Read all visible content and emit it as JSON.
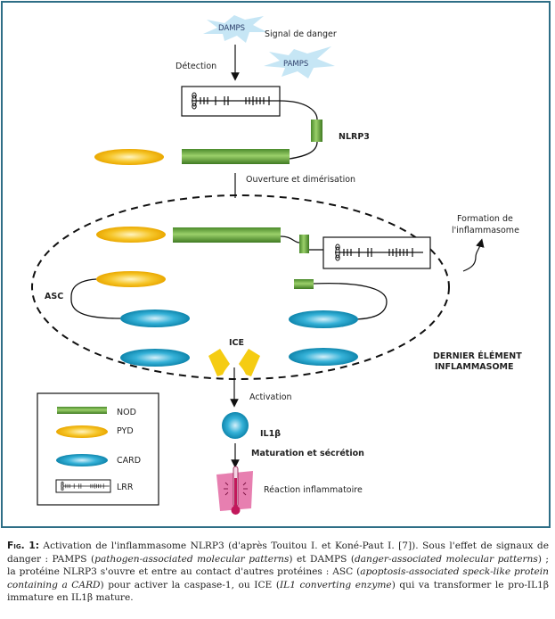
{
  "diagram": {
    "signals": {
      "damps": "DAMPS",
      "pamps": "PAMPS",
      "signal_label": "Signal de danger",
      "detection_label": "Détection"
    },
    "nlrp3_label": "NLRP3",
    "step_open": "Ouverture et dimérisation",
    "formation_label_line1": "Formation de",
    "formation_label_line2": "l'inflammasome",
    "asc_label": "ASC",
    "ice_label": "ICE",
    "last_element_line1": "DERNIER ÉLÉMENT",
    "last_element_line2": "INFLAMMASOME",
    "activation_label": "Activation",
    "il1b_label": "IL1β",
    "maturation_label": "Maturation et sécrétion",
    "reaction_label": "Réaction inflammatoire",
    "legend": [
      {
        "key": "NOD",
        "shape": "green-bar"
      },
      {
        "key": "PYD",
        "shape": "yellow-ellipse"
      },
      {
        "key": "CARD",
        "shape": "blue-ellipse"
      },
      {
        "key": "LRR",
        "shape": "lrr-box"
      }
    ],
    "colors": {
      "frame": "#2e6e86",
      "nod_green": "#5a9e3a",
      "pyd_yellow": "#f2b705",
      "card_blue": "#1a9bc2",
      "ice_yellow": "#f5cc12",
      "burst_blue": "#c6e6f5",
      "reaction_pink": "#e77fb0",
      "thermometer": "#c2185b"
    }
  },
  "caption": {
    "fig_label": "Fig. 1:",
    "p1": " Activation de l'inflammasome NLRP3 (d'après Touitou I. et Koné-Paut I. [7]). Sous l'effet de signaux de danger : PAMPS (",
    "i1": "pathogen-associated molecular patterns",
    "p2": ") et DAMPS (",
    "i2": "danger-associated molecular patterns",
    "p3": ") ; la protéine NLRP3 s'ouvre et entre au contact d'autres protéines : ASC (",
    "i3": "apoptosis-associated speck-like protein containing a CARD",
    "p4": ") pour activer la caspase-1, ou ICE (",
    "i4": "IL1 converting enzyme",
    "p5": ") qui va transformer le pro-IL1β immature en IL1β mature."
  }
}
